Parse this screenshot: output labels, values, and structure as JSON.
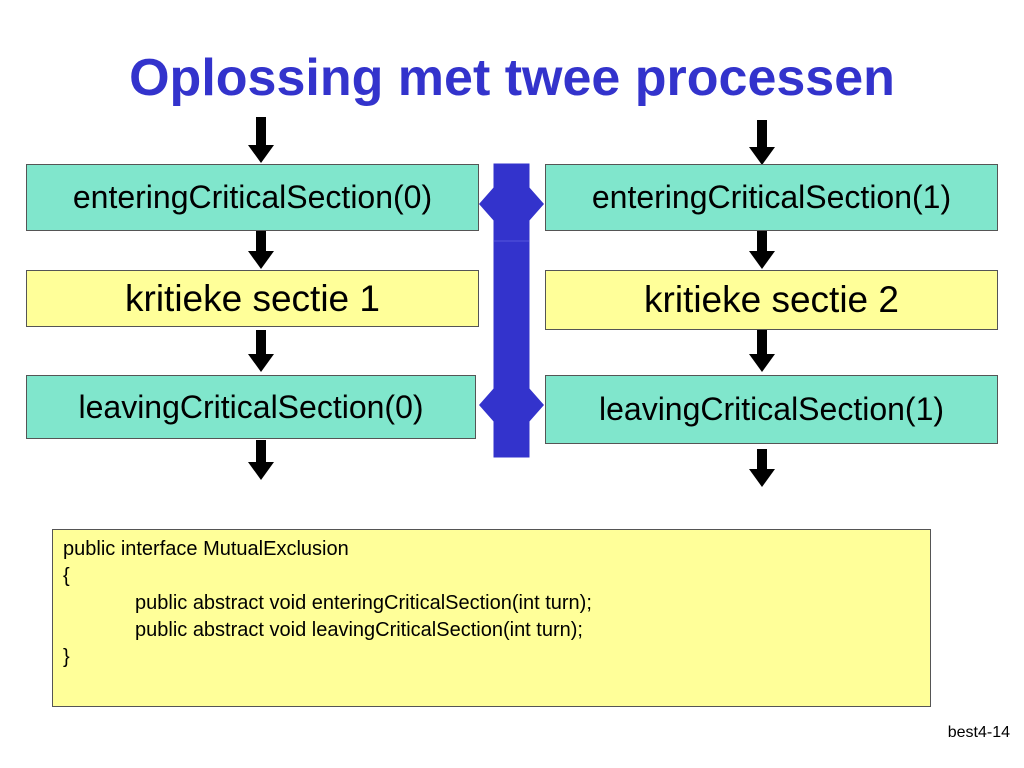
{
  "title": "Oplossing met twee processen",
  "process0": {
    "entering": "enteringCriticalSection(0)",
    "critical": "kritieke sectie 1",
    "leaving": "leavingCriticalSection(0)"
  },
  "process1": {
    "entering": "enteringCriticalSection(1)",
    "critical": "kritieke sectie 2",
    "leaving": "leavingCriticalSection(1)"
  },
  "code": {
    "line1": "public interface MutualExclusion",
    "line2": "{",
    "line3": "public abstract void enteringCriticalSection(int turn);",
    "line4": "public abstract void leavingCriticalSection(int turn);",
    "line5": "}"
  },
  "footer": "best4-14",
  "colors": {
    "title": "#3333cc",
    "action_box": "#80e6cc",
    "critical_box": "#ffff99",
    "connector": "#3333cc"
  }
}
